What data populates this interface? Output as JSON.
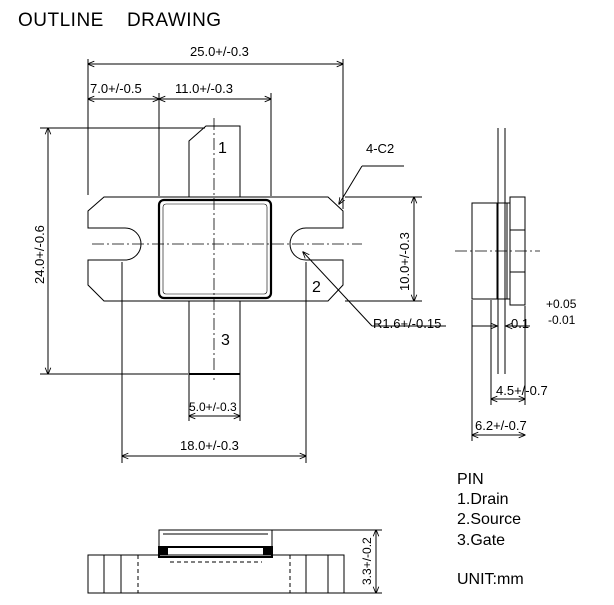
{
  "title": "OUTLINE    DRAWING",
  "top_view": {
    "dims": {
      "overall_width": "25.0+/-0.3",
      "left_offset": "7.0+/-0.5",
      "center_width": "11.0+/-0.3",
      "overall_height": "24.0+/-0.6",
      "chamfer": "4-C2",
      "ear_height": "10.0+/-0.3",
      "radius": "R1.6+/-0.15",
      "lead_width": "5.0+/-0.3",
      "hole_spacing": "18.0+/-0.3"
    },
    "pins": [
      "1",
      "2",
      "3"
    ]
  },
  "side_view": {
    "dims": {
      "lead_thickness": "0.1",
      "tol_plus": "+0.05",
      "tol_minus": "-0.01",
      "body_depth": "4.5+/-0.7",
      "total_depth": "6.2+/-0.7"
    }
  },
  "front_view": {
    "dims": {
      "height": "3.3+/-0.2"
    }
  },
  "legend": {
    "heading": "PIN",
    "items": [
      "1.Drain",
      "2.Source",
      "3.Gate"
    ],
    "unit": "UNIT:mm"
  }
}
